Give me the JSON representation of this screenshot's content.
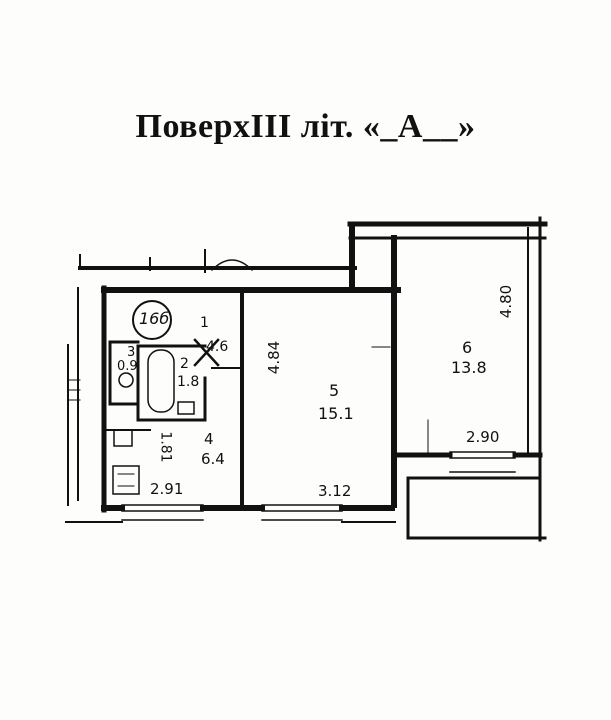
{
  "title": {
    "prefix": "Поверх",
    "floor": "III",
    "lit": "літ. «",
    "letter": "_А__",
    "suffix": "»"
  },
  "stamp": "16б",
  "rooms": [
    {
      "number": "1",
      "area": "4.6"
    },
    {
      "number": "2",
      "area": "1.8"
    },
    {
      "number": "3",
      "area": "0.9"
    },
    {
      "number": "4",
      "area": "6.4"
    },
    {
      "number": "5",
      "area": "15.1"
    },
    {
      "number": "6",
      "area": "13.8"
    }
  ],
  "dimensions": {
    "room4_height": "1.81",
    "room4_width": "2.91",
    "room5_height": "4.84",
    "room5_width": "3.12",
    "room6_height": "4.80",
    "room6_width": "2.90"
  }
}
